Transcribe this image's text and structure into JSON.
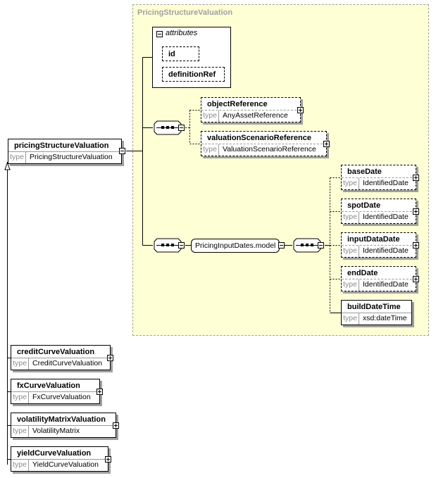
{
  "group": {
    "title": "PricingStructureValuation"
  },
  "attributes": {
    "label": "attributes",
    "items": [
      "id",
      "definitionRef"
    ]
  },
  "type_keyword": "type",
  "root": {
    "name": "pricingStructureValuation",
    "type": "PricingStructureValuation"
  },
  "sequence1": [
    {
      "name": "objectReference",
      "type": "AnyAssetReference"
    },
    {
      "name": "valuationScenarioReference",
      "type": "ValuationScenarioReference"
    }
  ],
  "model_group": {
    "name": "PricingInputDates.model"
  },
  "sequence2": [
    {
      "name": "baseDate",
      "type": "IdentifiedDate"
    },
    {
      "name": "spotDate",
      "type": "IdentifiedDate"
    },
    {
      "name": "inputDataDate",
      "type": "IdentifiedDate"
    },
    {
      "name": "endDate",
      "type": "IdentifiedDate"
    },
    {
      "name": "buildDateTime",
      "type": "xsd:dateTime"
    }
  ],
  "derived": [
    {
      "name": "creditCurveValuation",
      "type": "CreditCurveValuation"
    },
    {
      "name": "fxCurveValuation",
      "type": "FxCurveValuation"
    },
    {
      "name": "volatilityMatrixValuation",
      "type": "VolatilityMatrix"
    },
    {
      "name": "yieldCurveValuation",
      "type": "YieldCurveValuation"
    }
  ],
  "colors": {
    "group_fill": "#ffffd6",
    "group_border": "#a0a0a0",
    "line": "#000000",
    "type_keyword": "#8a8a8a"
  }
}
